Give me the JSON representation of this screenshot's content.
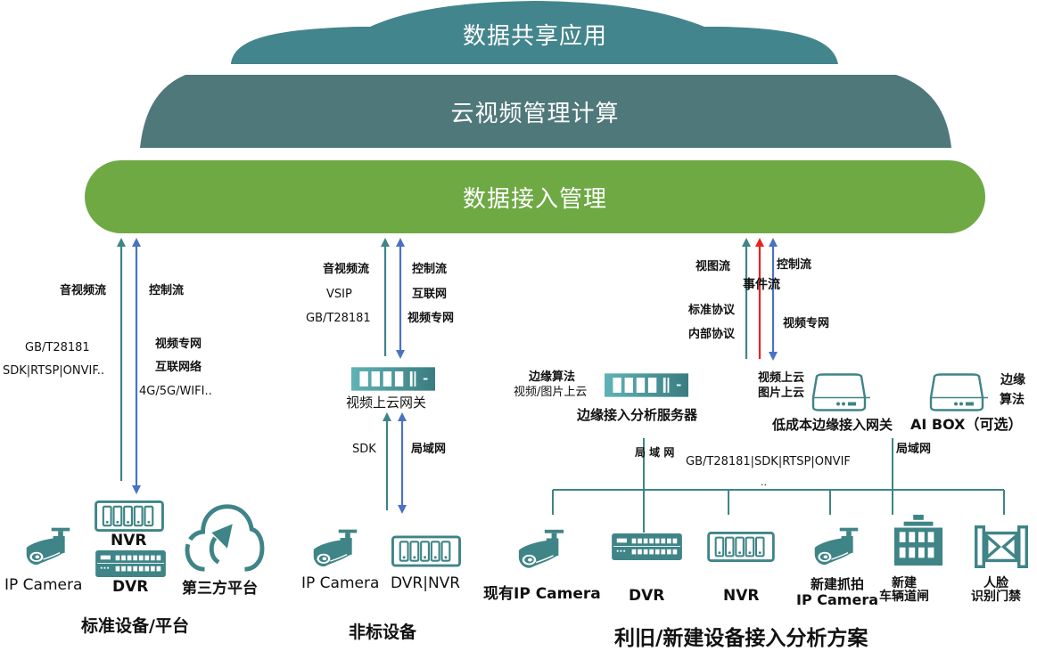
{
  "layers": {
    "top": "数据共享应用",
    "middle": "云视频管理计算",
    "bottom": "数据接入管理"
  },
  "colors": {
    "top_cloud": "#43858c",
    "middle_cloud": "#4f787a",
    "access_bar": "#6ea944",
    "teal_arrow": "#3f8487",
    "blue_arrow": "#4a72c4",
    "red_arrow": "#e8231f",
    "device": "#3f8487"
  },
  "left": {
    "up_label": "音视频流",
    "down_label": "控制流",
    "protocols": [
      "GB/T28181",
      "SDK|RTSP|ONVIF.."
    ],
    "networks": [
      "视频专网",
      "互联网络",
      "4G/5G/WIFI.."
    ],
    "devices": {
      "nvr": "NVR",
      "dvr": "DVR",
      "camera": "IP Camera",
      "third_party": "第三方平台"
    },
    "group_title": "标准设备/平台"
  },
  "middle": {
    "up_label": "音视频流",
    "down_label": "控制流",
    "protocols": [
      "VSIP",
      "GB/T28181"
    ],
    "networks": [
      "互联网",
      "视频专网"
    ],
    "gateway": "视频上云网关",
    "lower_up_label": "SDK",
    "lower_down_label": "局域网",
    "devices": {
      "camera": "IP Camera",
      "dvr_nvr": "DVR|NVR"
    },
    "group_title": "非标设备"
  },
  "right": {
    "view_stream": "视图流",
    "event_stream": "事件流",
    "control_stream": "控制流",
    "protocols": [
      "标准协议",
      "内部协议"
    ],
    "network": "视频专网",
    "edge_server": {
      "features": [
        "边缘算法",
        "视频/图片上云"
      ],
      "name": "边缘接入分析服务器"
    },
    "low_cost_gateway": {
      "features": [
        "视频上云",
        "图片上云"
      ],
      "name": "低成本边缘接入网关"
    },
    "ai_box": {
      "features": [
        "边缘",
        "算法"
      ],
      "name": "AI BOX（可选）"
    },
    "lan_left": "局 域 网",
    "lan_right": "局域网",
    "bus_protocol": "GB/T28181|SDK|RTSP|ONVIF",
    "bus_more": "..",
    "devices": [
      {
        "label": [
          "现有IP Camera"
        ]
      },
      {
        "label": [
          "DVR"
        ]
      },
      {
        "label": [
          "NVR"
        ]
      },
      {
        "label": [
          "新建抓拍",
          "IP Camera"
        ]
      },
      {
        "label": [
          "新建",
          "车辆道闸"
        ]
      },
      {
        "label": [
          "人脸",
          "识别门禁"
        ]
      }
    ],
    "group_title": "利旧/新建设备接入分析方案"
  }
}
